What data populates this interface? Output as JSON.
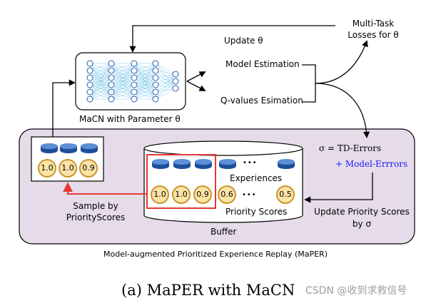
{
  "network": {
    "caption": "MaCN with Parameter θ"
  },
  "outputs": {
    "model_estimation": "Model Estimation",
    "q_values": "Q-values Esimation"
  },
  "losses": {
    "line1": "Multi-Task",
    "line2": "Losses for θ"
  },
  "update_label": "Update θ",
  "errors": {
    "sigma_line": "σ = TD-Errors",
    "model_errors": "+ Model-Errrors"
  },
  "update_priority": {
    "line1": "Update Priority Scores",
    "line2": "by σ"
  },
  "buffer": {
    "experiences_label": "Experiences",
    "priority_label": "Priority Scores",
    "name": "Buffer",
    "ellipsis": "•••",
    "selected_scores": [
      "1.0",
      "1.0",
      "0.9"
    ],
    "other_scores": [
      "0.6",
      "0.5"
    ]
  },
  "sample": {
    "scores": [
      "1.0",
      "1.0",
      "0.9"
    ],
    "label_line1": "Sample by",
    "label_line2": "PriorityScores"
  },
  "mper_caption": "Model-augmented Prioritized Experience Replay (MaPER)",
  "figure_caption": "(a) MaPER with MaCN",
  "watermark": "CSDN @收到求救信号",
  "colors": {
    "panel_fill": "#e6dbe9",
    "blue_nodes": "#2a5db0",
    "disk_top": "#5b8fd6",
    "disk_body": "#1f4f9a",
    "coin_fill": "#fde3a8",
    "red": "#e53935",
    "model_errors_blue": "#1a1aff"
  }
}
